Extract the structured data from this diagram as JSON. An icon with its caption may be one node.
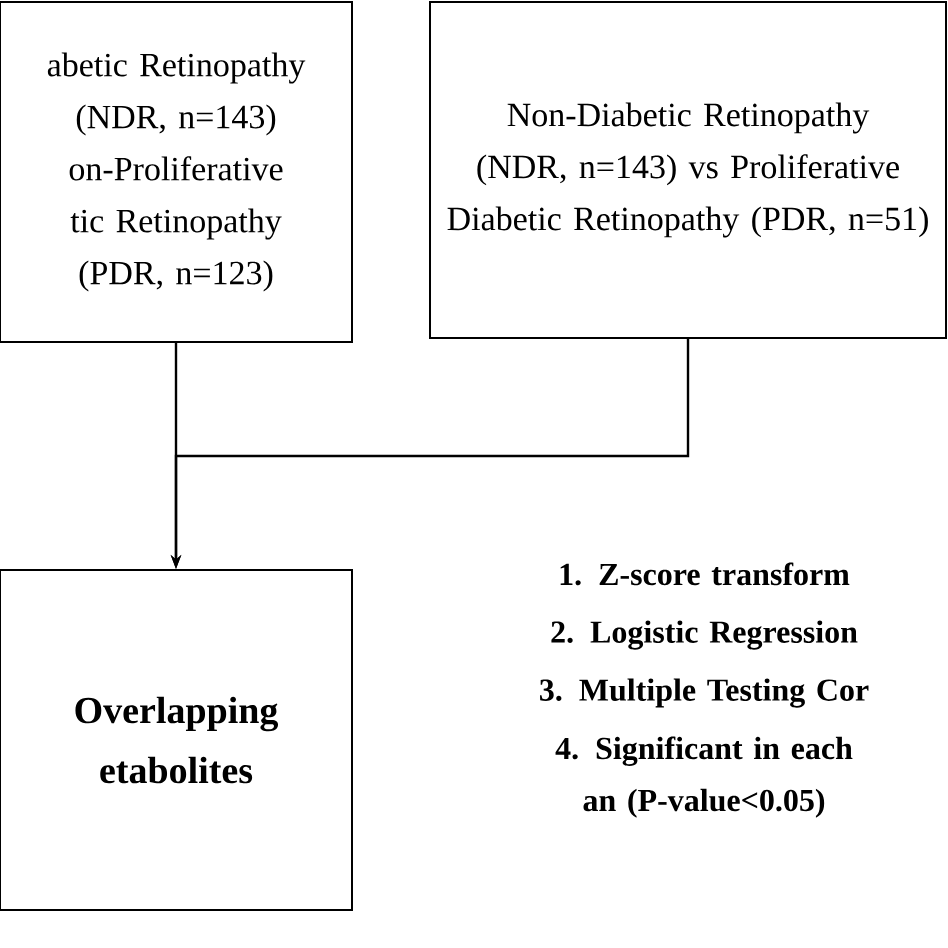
{
  "diagram": {
    "nodes": [
      {
        "text": [
          "abetic Retinopathy (NDR, n=143) on-Proliferative tic Retinopathy (PDR, n=123)"
        ]
      },
      {
        "text": [
          "Non-Diabetic Retinopathy (NDR, n=143) vs Proliferative Diabetic Retinopathy (PDR, n=51)"
        ]
      },
      {
        "text": [
          "Overlapping etabolites"
        ]
      }
    ],
    "edges": [
      {
        "from": 0,
        "to": 2,
        "arrow": "to"
      },
      {
        "from": 1,
        "to": 2,
        "arrow": "to"
      }
    ],
    "labels": [
      "1. Z-score transform",
      "2. Logistic Regression",
      "3. Multiple Testing Cor",
      "4. Significant in each an (P-value<0.05)"
    ]
  }
}
